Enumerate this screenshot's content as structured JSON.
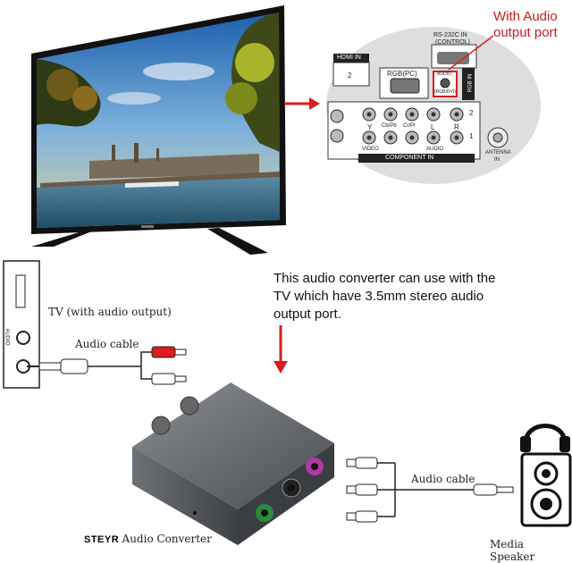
{
  "callout": {
    "line1": "With Audio",
    "line2": "output port"
  },
  "description": {
    "line1": "This audio converter can use with the",
    "line2": "TV which have 3.5mm stereo audio",
    "line3": " output port."
  },
  "tv_label": "TV (with audio output)",
  "tv_side_label": "AUDIO",
  "audio_cable_left": "Audio cable",
  "audio_cable_right": "Audio cable",
  "converter_label": {
    "brand": "STEYR",
    "name": "Audio Converter"
  },
  "speaker_label": "Media Speaker",
  "panel": {
    "hdmi": "HDMI IN",
    "hdmi_num": "2",
    "rs232": "RS-232C IN",
    "control": "(CONTROL)",
    "rgbpc": "RGB(PC)",
    "audio": "AUDIO",
    "rgbdvi": "(RGB/DVI)",
    "rgbin": "RGB IN",
    "y": "Y",
    "pb": "Cb/Pb",
    "pr": "Cr/Pr",
    "l": "L",
    "r": "R",
    "video": "VIDEO",
    "audio2": "AUDIO",
    "component": "COMPONENT IN",
    "antenna": "ANTENNA",
    "antenna_in": "IN",
    "num1": "1",
    "num2": "2"
  },
  "colors": {
    "red_accent": "#d81e1e",
    "sky_top": "#1c6fbf",
    "sky_bottom": "#9cc6e0",
    "water": "#3b6f8c",
    "converter": "#5a5e63"
  }
}
